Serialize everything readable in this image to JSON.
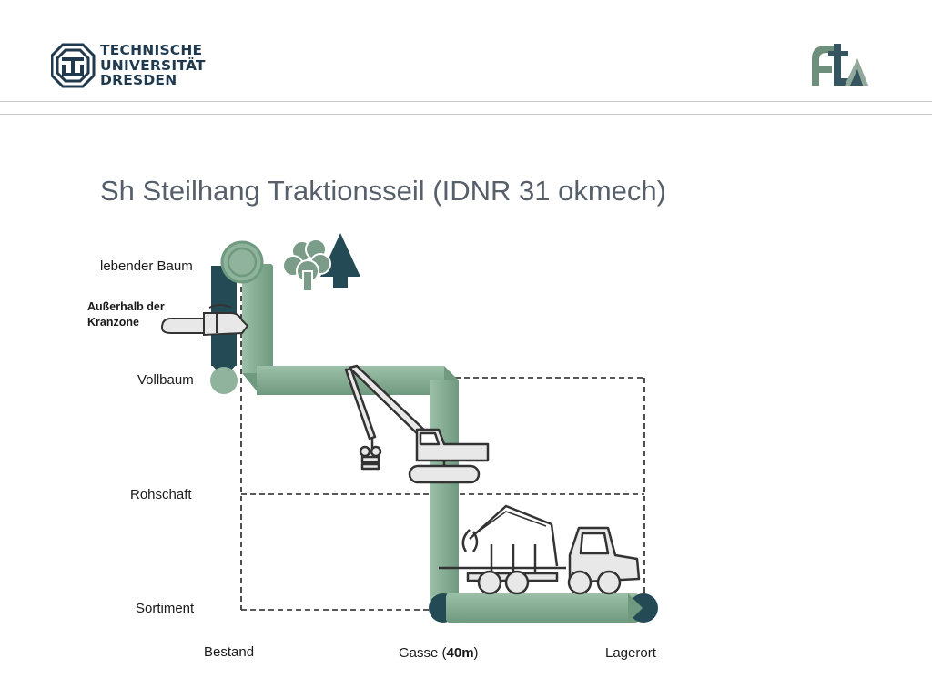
{
  "header": {
    "university_lines": [
      "TECHNISCHE",
      "UNIVERSITÄT",
      "DRESDEN"
    ],
    "tu_logo_icon": "tu-dresden-logo-icon",
    "ft_logo_icon": "ft-logo-icon"
  },
  "slide": {
    "title": "Sh Steilhang Traktionsseil (IDNR 31 okmech)"
  },
  "diagram": {
    "row_labels": {
      "lebender_baum": "lebender Baum",
      "ausserhalb_line1": "Außerhalb der",
      "ausserhalb_line2": "Kranzone",
      "vollbaum": "Vollbaum",
      "rohschaft": "Rohschaft",
      "sortiment": "Sortiment"
    },
    "column_labels": {
      "bestand": "Bestand",
      "gasse_prefix": "Gasse (",
      "gasse_bold": "40m",
      "gasse_suffix": ")",
      "lagerort": "Lagerort"
    },
    "icons": [
      "chainsaw-icon",
      "trees-icon",
      "excavator-harvester-icon",
      "forwarder-icon"
    ],
    "colors": {
      "flow_light": "#8fb39c",
      "flow_mid": "#6f9a80",
      "flow_dark": "#244b55",
      "machine_fill": "#e6e6e6",
      "machine_stroke": "#333333"
    }
  }
}
